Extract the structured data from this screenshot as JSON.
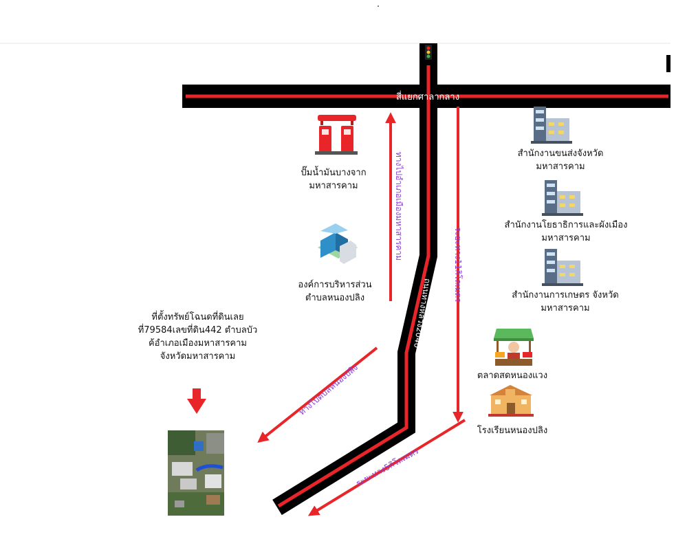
{
  "roads": {
    "junction": "สี่แยกศาลากลาง",
    "highway": "ถนนทางหลวง2040"
  },
  "routes": {
    "to_city_office": "ทางไปอำเภอเมืองมหาสารคาม",
    "distance_11km": "ระยะทาง11กิโลเมตร",
    "to_nong_pling": "ทางไปตบลหนองปลิง",
    "distance_5km": "ระยะทาง5กิโลเมตร"
  },
  "places": {
    "gas_station": [
      "ปั๊มน้ำมันบางจาก",
      "มหาสารคาม"
    ],
    "sao": [
      "องค์การบริหารส่วน",
      "ตำบลหนองปลิง"
    ],
    "transport_office": [
      "สำนักงานขนส่งจังหวัด",
      "มหาสารคาม"
    ],
    "public_works_office": [
      "สำนักงานโยธาธิการและผังเมือง",
      "มหาสารคาม"
    ],
    "agri_office": [
      "สำนักงานการเกษตร จังหวัด",
      "มหาสารคาม"
    ],
    "market": "ตลาดสดหนองแวง",
    "school": "โรงเรียนหนองปลิง"
  },
  "property": [
    "ที่ตั้งทรัพย์โฉนดที่ดินเลย",
    "ที่79584เลขที่ดิน442 ตำบลบัว",
    "ค้อำเภอเมืองมหาสารคาม",
    "จังหวัดมหาสารคาม"
  ],
  "colors": {
    "road": "#000000",
    "road_line": "#e8262a",
    "route_text": "#8a3fd1",
    "arrow": "#e8262a"
  }
}
